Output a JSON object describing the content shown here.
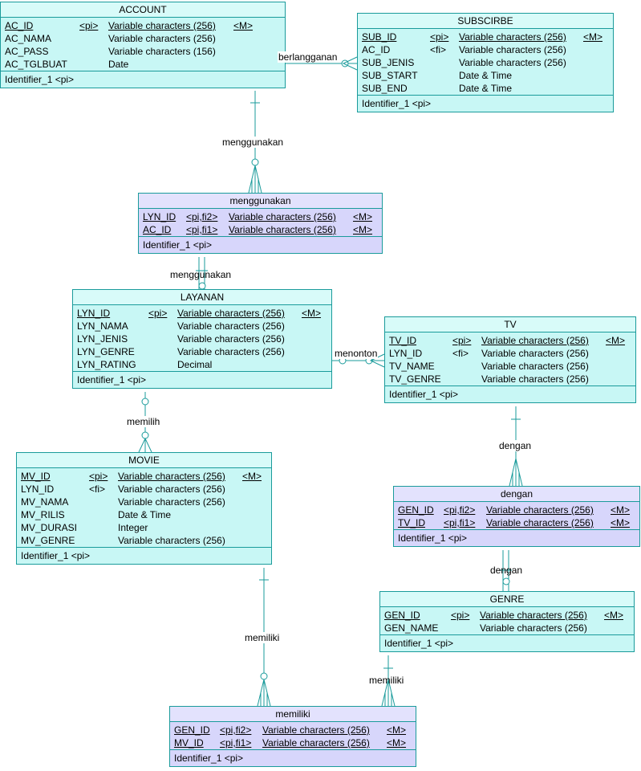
{
  "colors": {
    "line": "#1a9b9b",
    "entity_fill": "#c8f7f5",
    "assoc_fill": "#d7d6fb"
  },
  "entities": {
    "account": {
      "name": "ACCOUNT",
      "attrs": [
        {
          "name": "AC_ID",
          "key": "<pi>",
          "type": "Variable characters (256)",
          "mand": "<M>",
          "u": true
        },
        {
          "name": "AC_NAMA",
          "key": "",
          "type": "Variable characters (256)",
          "mand": "",
          "u": false
        },
        {
          "name": "AC_PASS",
          "key": "",
          "type": "Variable characters (156)",
          "mand": "",
          "u": false
        },
        {
          "name": "AC_TGLBUAT",
          "key": "",
          "type": "Date",
          "mand": "",
          "u": false
        }
      ],
      "identifier": "Identifier_1   <pi>"
    },
    "subscribe": {
      "name": "SUBSCIRBE",
      "attrs": [
        {
          "name": "SUB_ID",
          "key": "<pi>",
          "type": "Variable characters (256)",
          "mand": "<M>",
          "u": true
        },
        {
          "name": "AC_ID",
          "key": "<fi>",
          "type": "Variable characters (256)",
          "mand": "",
          "u": false
        },
        {
          "name": "SUB_JENIS",
          "key": "",
          "type": "Variable characters (256)",
          "mand": "",
          "u": false
        },
        {
          "name": "SUB_START",
          "key": "",
          "type": "Date & Time",
          "mand": "",
          "u": false
        },
        {
          "name": "SUB_END",
          "key": "",
          "type": "Date & Time",
          "mand": "",
          "u": false
        }
      ],
      "identifier": "Identifier_1   <pi>"
    },
    "menggunakan": {
      "name": "menggunakan",
      "attrs": [
        {
          "name": "LYN_ID",
          "key": "<pi,fi2>",
          "type": "Variable characters (256)",
          "mand": "<M>",
          "u": true
        },
        {
          "name": "AC_ID",
          "key": "<pi,fi1>",
          "type": "Variable characters (256)",
          "mand": "<M>",
          "u": true
        }
      ],
      "identifier": "Identifier_1   <pi>"
    },
    "layanan": {
      "name": "LAYANAN",
      "attrs": [
        {
          "name": "LYN_ID",
          "key": "<pi>",
          "type": "Variable characters (256)",
          "mand": "<M>",
          "u": true
        },
        {
          "name": "LYN_NAMA",
          "key": "",
          "type": "Variable characters (256)",
          "mand": "",
          "u": false
        },
        {
          "name": "LYN_JENIS",
          "key": "",
          "type": "Variable characters (256)",
          "mand": "",
          "u": false
        },
        {
          "name": "LYN_GENRE",
          "key": "",
          "type": "Variable characters (256)",
          "mand": "",
          "u": false
        },
        {
          "name": "LYN_RATING",
          "key": "",
          "type": "Decimal",
          "mand": "",
          "u": false
        }
      ],
      "identifier": "Identifier_1   <pi>"
    },
    "tv": {
      "name": "TV",
      "attrs": [
        {
          "name": "TV_ID",
          "key": "<pi>",
          "type": "Variable characters (256)",
          "mand": "<M>",
          "u": true
        },
        {
          "name": "LYN_ID",
          "key": "<fi>",
          "type": "Variable characters (256)",
          "mand": "",
          "u": false
        },
        {
          "name": "TV_NAME",
          "key": "",
          "type": "Variable characters (256)",
          "mand": "",
          "u": false
        },
        {
          "name": "TV_GENRE",
          "key": "",
          "type": "Variable characters (256)",
          "mand": "",
          "u": false
        }
      ],
      "identifier": "Identifier_1   <pi>"
    },
    "movie": {
      "name": "MOVIE",
      "attrs": [
        {
          "name": "MV_ID",
          "key": "<pi>",
          "type": "Variable characters (256)",
          "mand": "<M>",
          "u": true
        },
        {
          "name": "LYN_ID",
          "key": "<fi>",
          "type": "Variable characters (256)",
          "mand": "",
          "u": false
        },
        {
          "name": "MV_NAMA",
          "key": "",
          "type": "Variable characters (256)",
          "mand": "",
          "u": false
        },
        {
          "name": "MV_RILIS",
          "key": "",
          "type": "Date & Time",
          "mand": "",
          "u": false
        },
        {
          "name": "MV_DURASI",
          "key": "",
          "type": "Integer",
          "mand": "",
          "u": false
        },
        {
          "name": "MV_GENRE",
          "key": "",
          "type": "Variable characters (256)",
          "mand": "",
          "u": false
        }
      ],
      "identifier": "Identifier_1   <pi>"
    },
    "dengan": {
      "name": "dengan",
      "attrs": [
        {
          "name": "GEN_ID",
          "key": "<pi,fi2>",
          "type": "Variable characters (256)",
          "mand": "<M>",
          "u": true
        },
        {
          "name": "TV_ID",
          "key": "<pi,fi1>",
          "type": "Variable characters (256)",
          "mand": "<M>",
          "u": true
        }
      ],
      "identifier": "Identifier_1   <pi>"
    },
    "genre": {
      "name": "GENRE",
      "attrs": [
        {
          "name": "GEN_ID",
          "key": "<pi>",
          "type": "Variable characters (256)",
          "mand": "<M>",
          "u": true
        },
        {
          "name": "GEN_NAME",
          "key": "",
          "type": "Variable characters (256)",
          "mand": "",
          "u": false
        }
      ],
      "identifier": "Identifier_1   <pi>"
    },
    "memiliki": {
      "name": "memiliki",
      "attrs": [
        {
          "name": "GEN_ID",
          "key": "<pi,fi2>",
          "type": "Variable characters (256)",
          "mand": "<M>",
          "u": true
        },
        {
          "name": "MV_ID",
          "key": "<pi,fi1>",
          "type": "Variable characters (256)",
          "mand": "<M>",
          "u": true
        }
      ],
      "identifier": "Identifier_1   <pi>"
    }
  },
  "relationships": {
    "berlangganan": "berlangganan",
    "menggunakan_1": "menggunakan",
    "menggunakan_2": "menggunakan",
    "menonton": "menonton",
    "memilih": "memilih",
    "dengan_1": "dengan",
    "dengan_2": "dengan",
    "memiliki_1": "memiliki",
    "memiliki_2": "memiliki"
  }
}
